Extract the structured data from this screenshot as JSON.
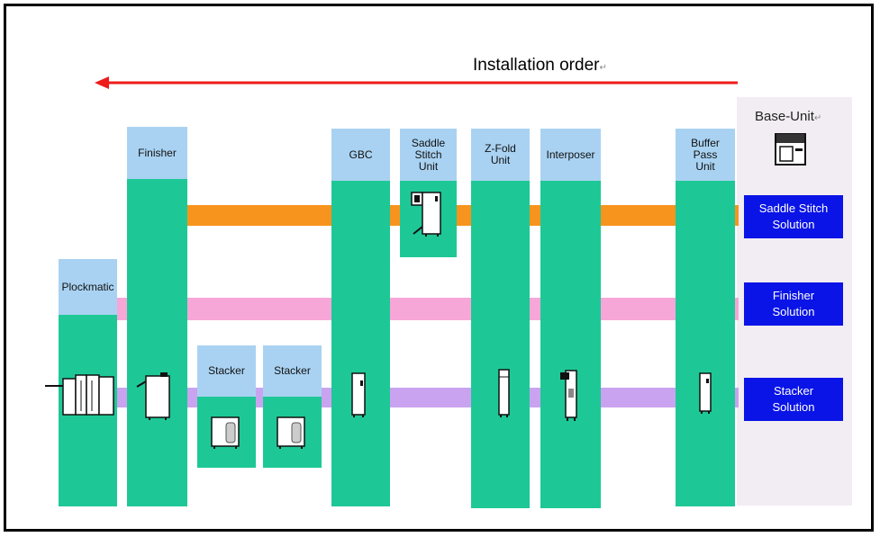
{
  "header": {
    "title": "Installation order",
    "mark": "↵"
  },
  "base_unit": {
    "label": "Base-Unit",
    "mark": "↵"
  },
  "modules": [
    {
      "name": "plockmatic",
      "label": "Plockmatic"
    },
    {
      "name": "finisher",
      "label": "Finisher"
    },
    {
      "name": "stacker-1",
      "label": "Stacker"
    },
    {
      "name": "stacker-2",
      "label": "Stacker"
    },
    {
      "name": "gbc",
      "label": "GBC"
    },
    {
      "name": "saddle-stitch-unit",
      "label": "Saddle\nStitch\nUnit"
    },
    {
      "name": "z-fold-unit",
      "label": "Z-Fold\nUnit"
    },
    {
      "name": "interposer",
      "label": "Interposer"
    },
    {
      "name": "buffer-pass-unit",
      "label": "Buffer\nPass\nUnit"
    }
  ],
  "solutions": [
    {
      "name": "saddle-stitch-solution",
      "label": "Saddle Stitch\nSolution"
    },
    {
      "name": "finisher-solution",
      "label": "Finisher\nSolution"
    },
    {
      "name": "stacker-solution",
      "label": "Stacker\nSolution"
    }
  ],
  "colors": {
    "arrow": "#ee1c1c",
    "module": "#1ec896",
    "module_header": "#a9d2f2",
    "saddle_band": "#f7941d",
    "finisher_band": "#f7a6d8",
    "stacker_band": "#c9a3f0",
    "solution_box": "#0a14e6",
    "base_panel": "#f2ecf3"
  }
}
